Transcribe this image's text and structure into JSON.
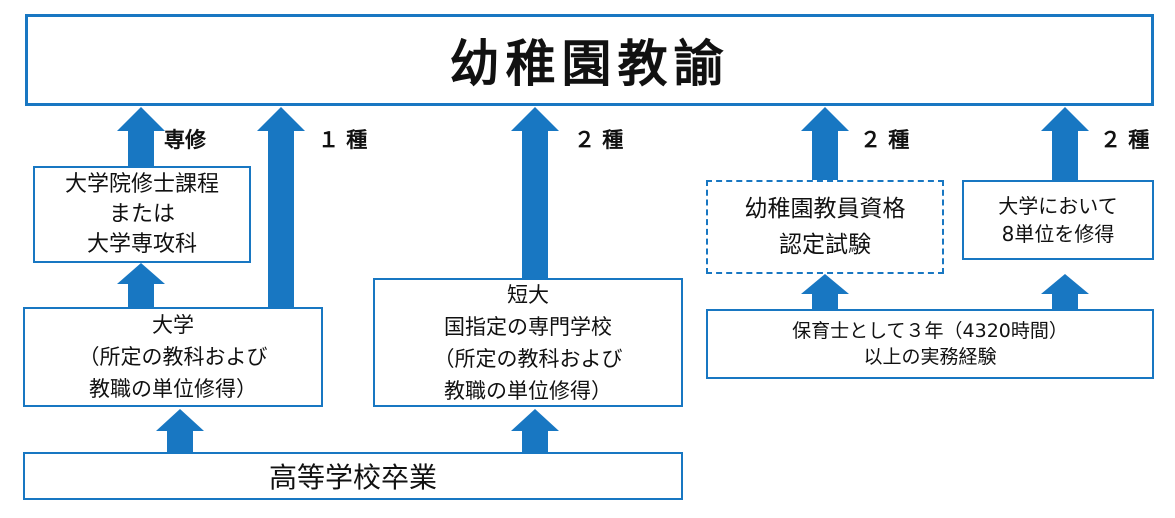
{
  "title": "幼稚園教諭",
  "labels": {
    "senshu": "専修",
    "type1": "１ 種",
    "type2_junior": "２ 種",
    "type2_exam": "２ 種",
    "type2_credit": "２ 種"
  },
  "boxes": {
    "graduate": [
      "大学院修士課程",
      "または",
      "大学専攻科"
    ],
    "university": [
      "大学",
      "（所定の教科および",
      "教職の単位修得）"
    ],
    "junior_college": [
      "短大",
      "国指定の専門学校",
      "（所定の教科および",
      "教職の単位修得）"
    ],
    "exam": [
      "幼稚園教員資格",
      "認定試験"
    ],
    "credit": [
      "大学において",
      "8単位を修得"
    ],
    "experience": [
      "保育士として３年（4320時間）",
      "以上の実務経験"
    ],
    "high_school": "高等学校卒業"
  },
  "colors": {
    "accent": "#1877c2"
  }
}
